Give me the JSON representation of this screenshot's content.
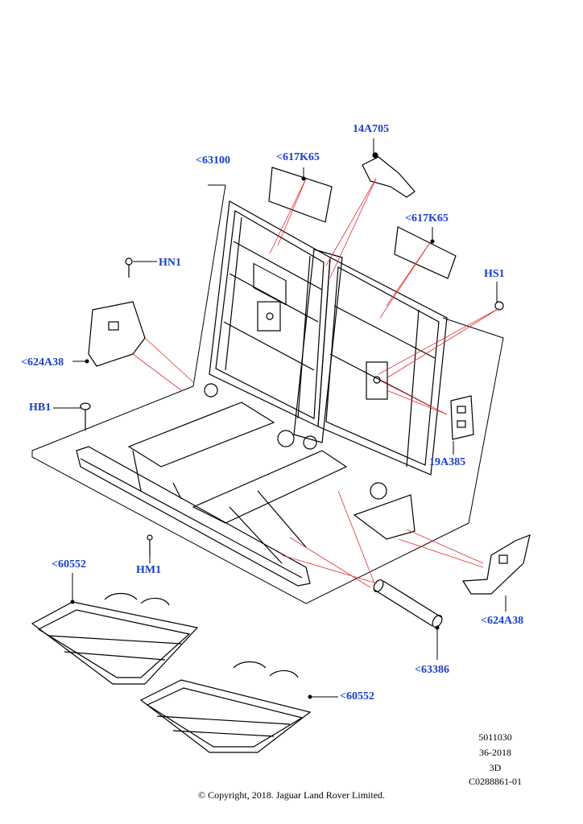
{
  "callouts": {
    "p63100": "<63100",
    "p617k65_a": "<617K65",
    "p14a705": "14A705",
    "p617k65_b": "<617K65",
    "hn1": "HN1",
    "hs1": "HS1",
    "p624a38_left": "<624A38",
    "hb1": "HB1",
    "p19a385": "19A385",
    "hm1": "HM1",
    "p60552_a": "<60552",
    "p624a38_right": "<624A38",
    "p63386": "<63386",
    "p60552_b": "<60552"
  },
  "reference": {
    "line1": "5011030",
    "line2": "36-2018",
    "line3": "3D",
    "line4": "C0288861-01"
  },
  "copyright": "© Copyright, 2018. Jaguar Land Rover Limited.",
  "colors": {
    "callout_text": "#1a3fc9",
    "leader_line": "#e03030",
    "outline": "#000000"
  }
}
